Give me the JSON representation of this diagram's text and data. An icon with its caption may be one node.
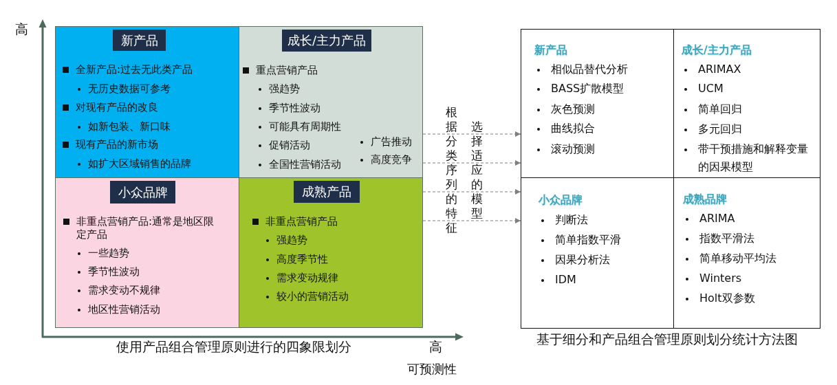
{
  "diagram": {
    "nodes": [
      {
        "text": [
          "全新产品:过去无此类产品",
          "无历史数据可参考",
          "对现有产品的改良",
          "如新包装、新口味",
          "现有产品的新市场",
          "如扩大区域销售的品牌"
        ]
      },
      {
        "text": [
          "新产品"
        ],
        "in": 0
      },
      {
        "text": [
          "重点营销产品",
          "强趋势",
          "季节性波动",
          "可能具有周期性",
          "促销活动",
          "全国性营销活动",
          "广告推动",
          "高度竞争"
        ]
      },
      {
        "text": [
          "成长/主力产品"
        ],
        "in": 2
      },
      {
        "text": [
          "非重点营销产品:通常是地区限定产品",
          "一些趋势",
          "季节性波动",
          "需求变动不规律",
          "地区性营销活动"
        ]
      },
      {
        "text": [
          "小众品牌"
        ],
        "in": 4
      },
      {
        "text": [
          "非重点营销产品",
          "强趋势",
          "高度季节性",
          "需求变动规律",
          "较小的营销活动"
        ]
      },
      {
        "text": [
          "成熟产品"
        ],
        "in": 6
      },
      {
        "text": [
          "新产品",
          "相似品替代分析",
          "BASS扩散模型",
          "灰色预测",
          "曲线拟合",
          "滚动预测"
        ]
      },
      {
        "text": [
          "成长/主力产品",
          "ARIMAX",
          "UCM",
          "简单回归",
          "多元回归",
          "带干预措施和解释变量的因果模型"
        ]
      },
      {
        "text": [
          "小众品牌",
          "判断法",
          "简单指数平滑",
          "因果分析法",
          "IDM"
        ]
      },
      {
        "text": [
          "成熟品牌",
          "ARIMA",
          "指数平滑法",
          "简单移动平均法",
          "Winters",
          "Holt双参数"
        ]
      }
    ],
    "edges": [
      {
        "from": 2,
        "to": 8,
        "arrow": "to",
        "style": "dashed"
      },
      {
        "from": 2,
        "to": 8,
        "arrow": "to",
        "style": "dashed"
      },
      {
        "from": 6,
        "to": 10,
        "arrow": "to",
        "style": "dashed"
      },
      {
        "from": 6,
        "to": 10,
        "arrow": "to",
        "style": "dashed"
      }
    ],
    "labels": [
      "高",
      "根据分类序列的特征",
      "选择适应的模型",
      "使用产品组合管理原则进行的四象限划分",
      "高",
      "可预测性",
      "基于细分和产品组合管理原则划分统计方法图"
    ]
  }
}
